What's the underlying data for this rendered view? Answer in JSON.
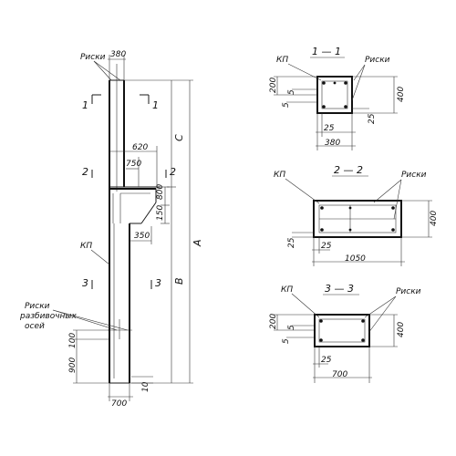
{
  "labels": {
    "riski": "Риски",
    "kp": "КП",
    "riski_razb_1": "Риски",
    "riski_razb_2": "разбивочных",
    "riski_razb_3": "осей"
  },
  "sections": {
    "s1": "1 — 1",
    "s2": "2 — 2",
    "s3": "3 — 3",
    "mark1": "1",
    "mark2": "2",
    "mark3": "3"
  },
  "elevation_dims": {
    "d380": "380",
    "d620": "620",
    "d750": "750",
    "d800": "800",
    "d150": "150",
    "d350": "350",
    "d900": "900",
    "d100": "100",
    "d700": "700",
    "d10": "10",
    "C": "C",
    "B": "B",
    "A": "A"
  },
  "section1_dims": {
    "d200": "200",
    "d5a": "5",
    "d5b": "5",
    "d400": "400",
    "d25a": "25",
    "d25b": "25",
    "d380": "380"
  },
  "section2_dims": {
    "d400": "400",
    "d25a": "25",
    "d25b": "25",
    "d1050": "1050"
  },
  "section3_dims": {
    "d200": "200",
    "d5a": "5",
    "d5b": "5",
    "d400": "400",
    "d25": "25",
    "d700": "700"
  }
}
